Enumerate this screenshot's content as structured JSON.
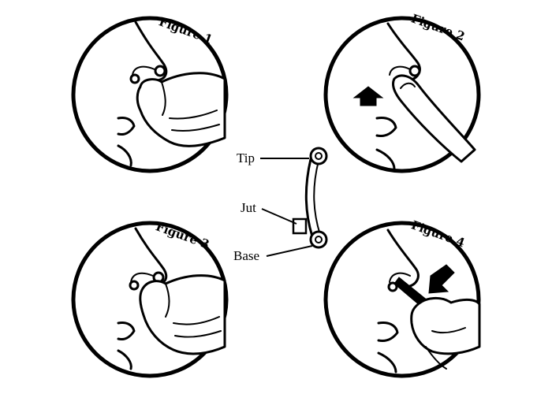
{
  "figures": [
    {
      "label": "Figure 1"
    },
    {
      "label": "Figure 2"
    },
    {
      "label": "Figure 3"
    },
    {
      "label": "Figure 4"
    }
  ],
  "parts": {
    "tip": "Tip",
    "jut": "Jut",
    "base": "Base"
  },
  "colors": {
    "ink": "#000000",
    "background": "#ffffff"
  }
}
